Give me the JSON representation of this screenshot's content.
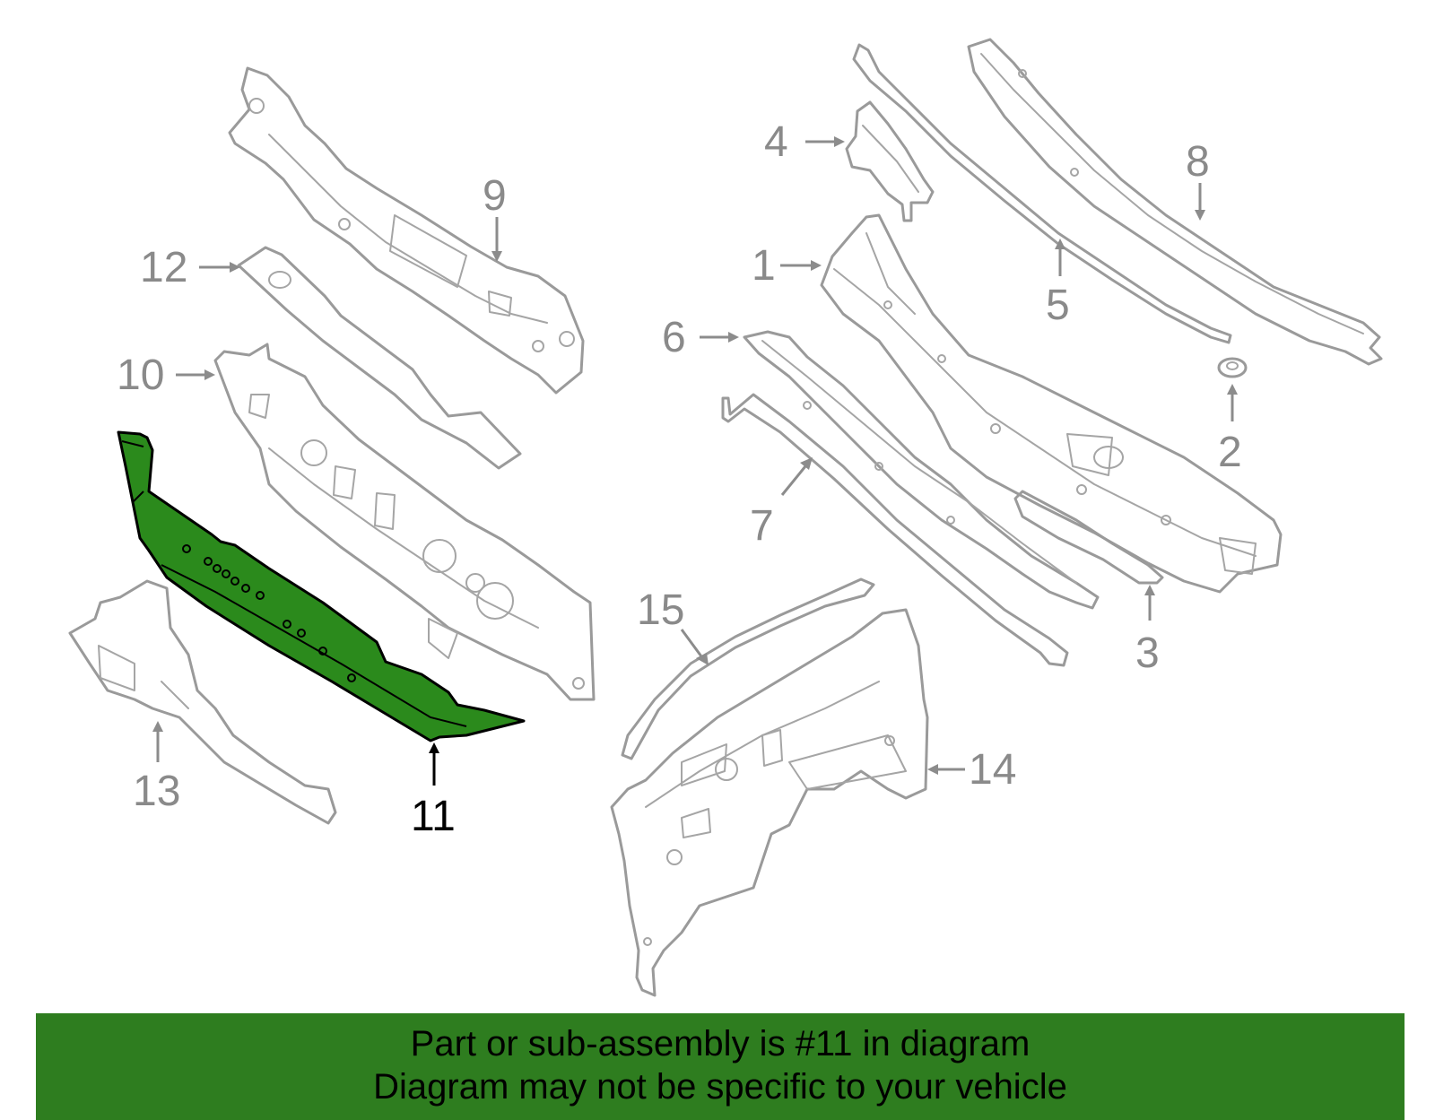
{
  "callouts": [
    {
      "id": "1",
      "highlighted": false
    },
    {
      "id": "2",
      "highlighted": false
    },
    {
      "id": "3",
      "highlighted": false
    },
    {
      "id": "4",
      "highlighted": false
    },
    {
      "id": "5",
      "highlighted": false
    },
    {
      "id": "6",
      "highlighted": false
    },
    {
      "id": "7",
      "highlighted": false
    },
    {
      "id": "8",
      "highlighted": false
    },
    {
      "id": "9",
      "highlighted": false
    },
    {
      "id": "10",
      "highlighted": false
    },
    {
      "id": "11",
      "highlighted": true
    },
    {
      "id": "12",
      "highlighted": false
    },
    {
      "id": "13",
      "highlighted": false
    },
    {
      "id": "14",
      "highlighted": false
    },
    {
      "id": "15",
      "highlighted": false
    }
  ],
  "banner": {
    "line1": "Part or sub-assembly is #11 in diagram",
    "line2": "Diagram may not be specific to your vehicle"
  },
  "colors": {
    "highlight_fill": "#2b8a1c",
    "banner_background": "#2e7d1f",
    "line_gray": "#9a9a9a"
  }
}
